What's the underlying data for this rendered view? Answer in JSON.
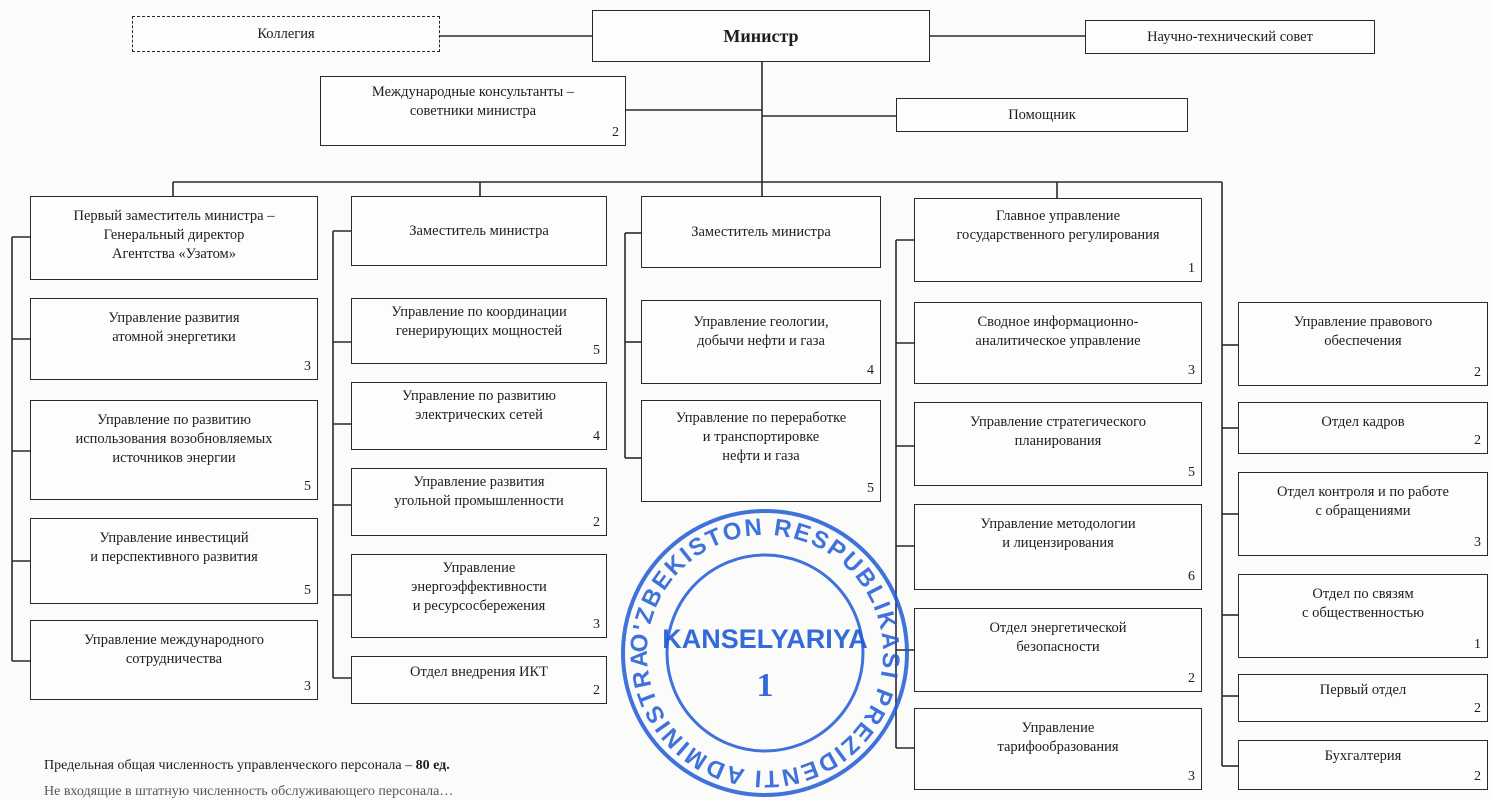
{
  "header": {
    "minister": "Министр",
    "collegium": "Коллегия",
    "council": "Научно-технический совет",
    "consultants": "Международные консультанты –\nсоветники министра",
    "consultants_count": "2",
    "assistant": "Помощник"
  },
  "columns": {
    "c1": {
      "head": "Первый заместитель министра –\nГенеральный директор\nАгентства «Узатом»",
      "items": [
        {
          "label": "Управление развития\nатомной энергетики",
          "count": "3"
        },
        {
          "label": "Управление по развитию\nиспользования возобновляемых\nисточников энергии",
          "count": "5"
        },
        {
          "label": "Управление инвестиций\nи перспективного развития",
          "count": "5"
        },
        {
          "label": "Управление международного\nсотрудничества",
          "count": "3"
        }
      ]
    },
    "c2": {
      "head": "Заместитель министра",
      "items": [
        {
          "label": "Управление по координации\nгенерирующих мощностей",
          "count": "5"
        },
        {
          "label": "Управление по развитию\nэлектрических сетей",
          "count": "4"
        },
        {
          "label": "Управление развития\nугольной промышленности",
          "count": "2"
        },
        {
          "label": "Управление\nэнергоэффективности\nи ресурсосбережения",
          "count": "3"
        },
        {
          "label": "Отдел внедрения ИКТ",
          "count": "2"
        }
      ]
    },
    "c3": {
      "head": "Заместитель министра",
      "items": [
        {
          "label": "Управление геологии,\nдобычи нефти и газа",
          "count": "4"
        },
        {
          "label": "Управление по переработке\nи транспортировке\nнефти и газа",
          "count": "5"
        }
      ]
    },
    "c4": {
      "head": "Главное управление\nгосударственного регулирования",
      "head_count": "1",
      "items": [
        {
          "label": "Сводное информационно-\nаналитическое управление",
          "count": "3"
        },
        {
          "label": "Управление стратегического\nпланирования",
          "count": "5"
        },
        {
          "label": "Управление методологии\nи лицензирования",
          "count": "6"
        },
        {
          "label": "Отдел энергетической\nбезопасности",
          "count": "2"
        },
        {
          "label": "Управление\nтарифообразования",
          "count": "3"
        }
      ]
    },
    "c5": {
      "items": [
        {
          "label": "Управление правового\nобеспечения",
          "count": "2"
        },
        {
          "label": "Отдел кадров",
          "count": "2"
        },
        {
          "label": "Отдел контроля и по работе\nс обращениями",
          "count": "3"
        },
        {
          "label": "Отдел по связям\nс общественностью",
          "count": "1"
        },
        {
          "label": "Первый отдел",
          "count": "2"
        },
        {
          "label": "Бухгалтерия",
          "count": "2"
        }
      ]
    }
  },
  "footnote": {
    "prefix": "Предельная общая численность управленческого персонала – ",
    "value": "80 ед.",
    "second_line": "Не входящие в штатную численность обслуживающего персонала…"
  },
  "stamp": {
    "ring_text": "O'ZBEKISTON RESPUBLIKASI PREZIDENTI ADMINISTRATSIYASI",
    "center": "KANSELYARIYA",
    "number": "1",
    "color": "#1f5bd6"
  }
}
